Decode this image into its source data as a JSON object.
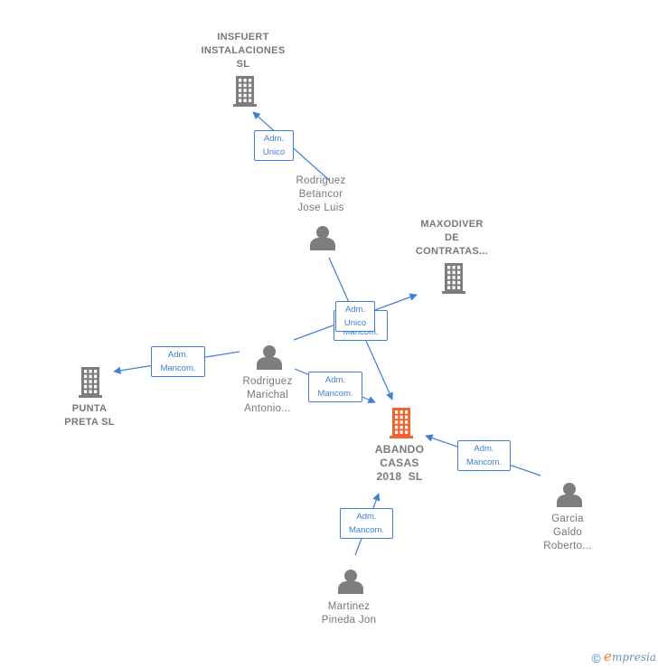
{
  "nodes": {
    "insfuert": {
      "label_lines": [
        "INSFUERT",
        "INSTALACIONES",
        "SL"
      ],
      "kind": "company"
    },
    "maxodiver": {
      "label_lines": [
        "MAXODIVER",
        "DE",
        "CONTRATAS..."
      ],
      "kind": "company"
    },
    "punta_preta": {
      "label_lines": [
        "PUNTA",
        "PRETA SL"
      ],
      "kind": "company"
    },
    "abando": {
      "label_lines": [
        "ABANDO",
        "CASAS",
        "2018  SL"
      ],
      "kind": "focus-company"
    },
    "rodriguez_betancor": {
      "label_lines": [
        "Rodriguez",
        "Betancor",
        "Jose Luis"
      ],
      "kind": "person"
    },
    "rodriguez_marichal": {
      "label_lines": [
        "Rodriguez",
        "Marichal",
        "Antonio..."
      ],
      "kind": "person"
    },
    "garcia_galdo": {
      "label_lines": [
        "Garcia",
        "Galdo",
        "Roberto..."
      ],
      "kind": "person"
    },
    "martinez_pineda": {
      "label_lines": [
        "Martinez",
        "Pineda Jon"
      ],
      "kind": "person"
    }
  },
  "edges": [
    {
      "id": "e1",
      "from": "rodriguez_betancor",
      "to": "insfuert",
      "label_lines": [
        "Adm.",
        "Unico"
      ]
    },
    {
      "id": "e2",
      "from": "rodriguez_betancor",
      "to": "abando",
      "label_lines": [
        "Adm.",
        "Mancom."
      ]
    },
    {
      "id": "e3",
      "from": "rodriguez_marichal",
      "to": "maxodiver",
      "label_lines": [
        "Adm.",
        "Unico"
      ]
    },
    {
      "id": "e4",
      "from": "rodriguez_marichal",
      "to": "punta_preta",
      "label_lines": [
        "Adm.",
        "Mancom."
      ]
    },
    {
      "id": "e5",
      "from": "rodriguez_marichal",
      "to": "abando",
      "label_lines": [
        "Adm.",
        "Mancom."
      ]
    },
    {
      "id": "e6",
      "from": "garcia_galdo",
      "to": "abando",
      "label_lines": [
        "Adm.",
        "Mancom."
      ]
    },
    {
      "id": "e7",
      "from": "martinez_pineda",
      "to": "abando",
      "label_lines": [
        "Adm.",
        "Mancom."
      ]
    }
  ],
  "colors": {
    "edge": "#3d7fd6",
    "company_icon": "#7d7d7d",
    "focus_icon": "#f2622e",
    "person_icon": "#7d7d7d"
  },
  "brand": {
    "copyright": "©",
    "initial": "e",
    "name": "mpresia"
  }
}
